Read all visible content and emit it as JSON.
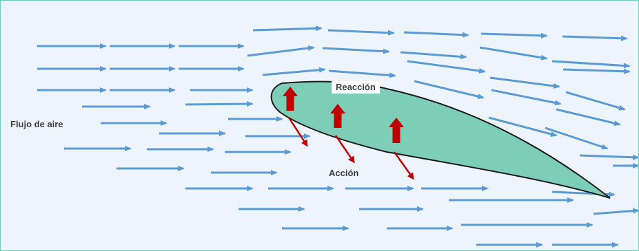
{
  "labels": {
    "flow": "Flujo de aire",
    "reaction": "Reacción",
    "action": "Acción"
  },
  "colors": {
    "background": "#eef4fb",
    "frame": "#6fd0b8",
    "flow_arrow": "#5b9bd5",
    "airfoil_fill": "#7ccfb6",
    "airfoil_stroke": "#1a1a1a",
    "force_arrow": "#c00000"
  },
  "arrow_count": {
    "flow_arrows": 57,
    "reaction_arrows": 3,
    "action_arrows": 3
  }
}
